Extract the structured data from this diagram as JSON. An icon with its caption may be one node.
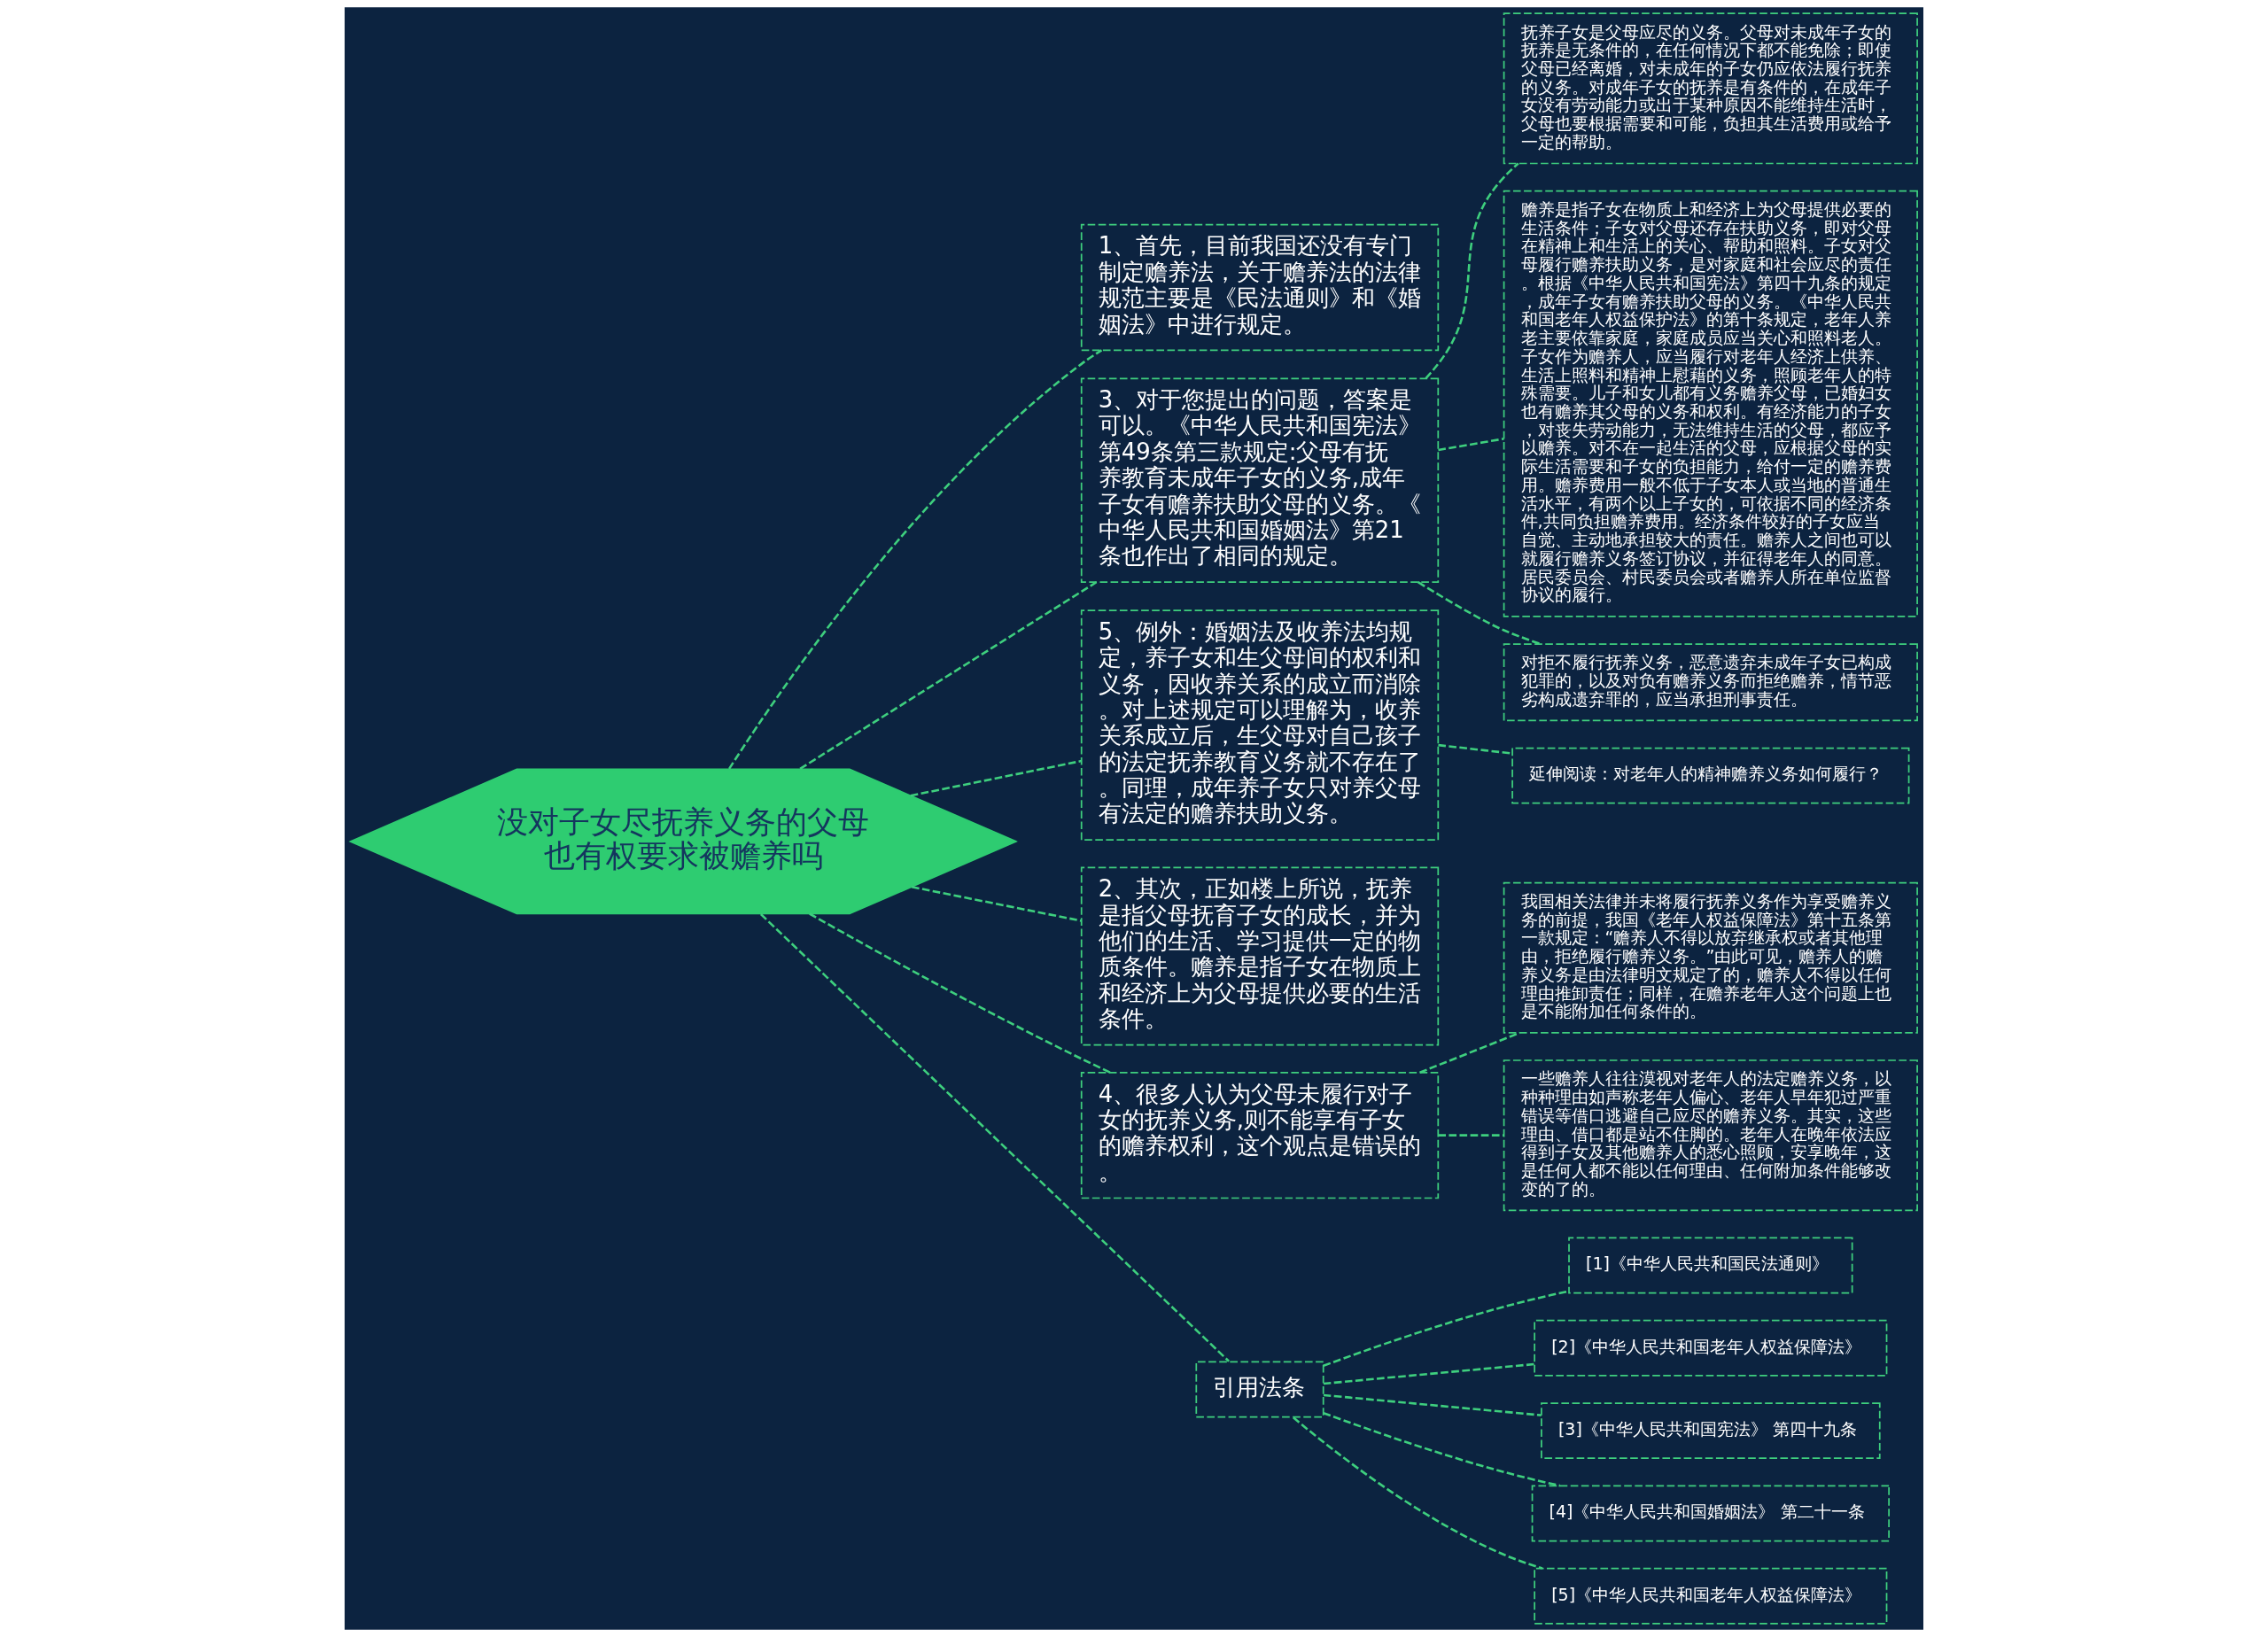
{
  "diagram": {
    "nodes": [
      {
        "text": [
          "没对子女尽抚养义务的父母也有权要求被赡养吗"
        ]
      },
      {
        "text": [
          "1、首先，目前我国还没有专门制定赡养法，关于赡养法的法律规范主要是《民法通则》和《婚姻法》中进行规定。"
        ]
      },
      {
        "text": [
          "3、对于您提出的问题，答案是可以。《中华人民共和国宪法》第49条第三款规定:父母有抚养教育未成年子女的义务,成年子女有赡养扶助父母的义务。《中华人民共和国婚姻法》第21条也作出了相同的规定。"
        ]
      },
      {
        "text": [
          "抚养子女是父母应尽的义务。父母对未成年子女的抚养是无条件的，在任何情况下都不能免除；即使父母已经离婚，对未成年的子女仍应依法履行抚养的义务。对成年子女的抚养是有条件的，在成年子女没有劳动能力或出于某种原因不能维持生活时，父母也要根据需要和可能，负担其生活费用或给予一定的帮助。"
        ]
      },
      {
        "text": [
          "赡养是指子女在物质上和经济上为父母提供必要的生活条件；子女对父母还存在扶助义务，即对父母在精神上和生活上的关心、帮助和照料。子女对父母履行赡养扶助义务，是对家庭和社会应尽的责任。根据《中华人民共和国宪法》第四十九条的规定，成年子女有赡养扶助父母的义务。《中华人民共和国老年人权益保护法》的第十条规定，老年人养老主要依靠家庭，家庭成员应当关心和照料老人。子女作为赡养人，应当履行对老年人经济上供养、生活上照料和精神上慰藉的义务，照顾老年人的特殊需要。儿子和女儿都有义务赡养父母，已婚妇女也有赡养其父母的义务和权利。有经济能力的子女，对丧失劳动能力，无法维持生活的父母，都应予以赡养。对不在一起生活的父母，应根据父母的实际生活需要和子女的负担能力，给付一定的赡养费用。赡养费用一般不低于子女本人或当地的普通生活水平，有两个以上子女的，可依据不同的经济条件,共同负担赡养费用。经济条件较好的子女应当自觉、主动地承担较大的责任。赡养人之间也可以就履行赡养义务签订协议，并征得老年人的同意。居民委员会、村民委员会或者赡养人所在单位监督协议的履行。"
        ]
      },
      {
        "text": [
          "对拒不履行抚养义务，恶意遗弃未成年子女已构成犯罪的，以及对负有赡养义务而拒绝赡养，情节恶劣构成遗弃罪的，应当承担刑事责任。"
        ]
      },
      {
        "text": [
          "5、例外：婚姻法及收养法均规定，养子女和生父母间的权利和义务，因收养关系的成立而消除。对上述规定可以理解为，收养关系成立后，生父母对自己孩子的法定抚养教育义务就不存在了。同理，成年养子女只对养父母有法定的赡养扶助义务。"
        ]
      },
      {
        "text": [
          "延伸阅读：对老年人的精神赡养义务如何履行？"
        ]
      },
      {
        "text": [
          "2、其次，正如楼上所说，抚养是指父母抚育子女的成长，并为他们的生活、学习提供一定的物质条件。赡养是指子女在物质上和经济上为父母提供必要的生活条件。"
        ]
      },
      {
        "text": [
          "4、很多人认为父母未履行对子女的抚养义务,则不能享有子女的赡养权利，这个观点是错误的。"
        ]
      },
      {
        "text": [
          "我国相关法律并未将履行抚养义务作为享受赡养义务的前提，我国《老年人权益保障法》第十五条第一款规定：“赡养人不得以放弃继承权或者其他理由，拒绝履行赡养义务。”由此可见，赡养人的赡养义务是由法律明文规定了的，赡养人不得以任何理由推卸责任；同样，在赡养老年人这个问题上也是不能附加任何条件的。"
        ]
      },
      {
        "text": [
          "一些赡养人往往漠视对老年人的法定赡养义务，以种种理由如声称老年人偏心、老年人早年犯过严重错误等借口逃避自己应尽的赡养义务。其实，这些理由、借口都是站不住脚的。老年人在晚年依法应得到子女及其他赡养人的悉心照顾，安享晚年，这是任何人都不能以任何理由、任何附加条件能够改变的了的。"
        ]
      },
      {
        "text": [
          "引用法条"
        ]
      },
      {
        "text": [
          "[1]《中华人民共和国民法通则》"
        ]
      },
      {
        "text": [
          "[2]《中华人民共和国老年人权益保障法》"
        ]
      },
      {
        "text": [
          "[3]《中华人民共和国宪法》 第四十九条"
        ]
      },
      {
        "text": [
          "[4]《中华人民共和国婚姻法》 第二十一条"
        ]
      },
      {
        "text": [
          "[5]《中华人民共和国老年人权益保障法》"
        ]
      }
    ],
    "edges": [
      {
        "from": 0,
        "to": 1,
        "arrow": "none"
      },
      {
        "from": 0,
        "to": 2,
        "arrow": "none"
      },
      {
        "from": 2,
        "to": 3,
        "arrow": "none"
      },
      {
        "from": 2,
        "to": 4,
        "arrow": "none"
      },
      {
        "from": 2,
        "to": 5,
        "arrow": "none"
      },
      {
        "from": 0,
        "to": 6,
        "arrow": "none"
      },
      {
        "from": 6,
        "to": 7,
        "arrow": "none"
      },
      {
        "from": 0,
        "to": 8,
        "arrow": "none"
      },
      {
        "from": 0,
        "to": 9,
        "arrow": "none"
      },
      {
        "from": 9,
        "to": 10,
        "arrow": "none"
      },
      {
        "from": 9,
        "to": 11,
        "arrow": "none"
      },
      {
        "from": 0,
        "to": 12,
        "arrow": "none"
      },
      {
        "from": 12,
        "to": 13,
        "arrow": "none"
      },
      {
        "from": 12,
        "to": 14,
        "arrow": "none"
      },
      {
        "from": 12,
        "to": 15,
        "arrow": "none"
      },
      {
        "from": 12,
        "to": 16,
        "arrow": "none"
      },
      {
        "from": 12,
        "to": 17,
        "arrow": "none"
      }
    ]
  }
}
